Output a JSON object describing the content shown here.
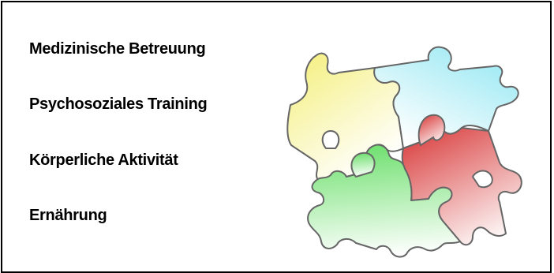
{
  "items": [
    {
      "label": "Medizinische Betreuung"
    },
    {
      "label": "Psychosoziales Training"
    },
    {
      "label": "Körperliche Aktivität"
    },
    {
      "label": "Ernährung"
    }
  ],
  "puzzle": {
    "pieces": [
      {
        "color": "#f4ef7a"
      },
      {
        "color": "#8fe6f2"
      },
      {
        "color": "#dc4b4b"
      },
      {
        "color": "#6fe06f"
      }
    ]
  }
}
